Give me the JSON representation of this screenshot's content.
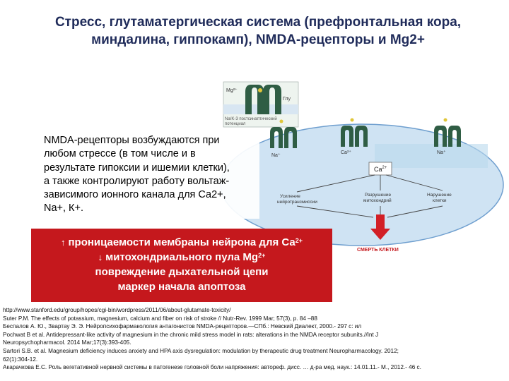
{
  "title": "Стресс, глутаматергическая система (префронтальная кора, миндалина, гиппокамп), NMDA-рецепторы и Mg2+",
  "diagram": {
    "inset_label_mg": "Mg²⁺",
    "inset_label_glu": "Глу",
    "inset_caption_line1": "Na/K-3 постсинаптический",
    "inset_caption_line2": "потенциал",
    "ion_label_1": "Na⁺",
    "ion_label_2": "Ca²⁺",
    "ion_label_3": "Na⁺",
    "center_ion": "Ca",
    "center_ion_sup": "2+",
    "left_outcome_line1": "Усиление",
    "left_outcome_line2": "нейротрансмиссии",
    "middle_outcome_line1": "Разрушение",
    "middle_outcome_line2": "митохондрий",
    "right_outcome_line1": "Нарушение",
    "right_outcome_line2": "клетки",
    "death_label": "СМЕРТЬ КЛЕТКИ"
  },
  "main_text": {
    "lines": [
      "NMDA-рецепторы возбуждаются при",
      "любом стрессе (в том числе и в",
      "результате гипоксии и ишемии клетки),",
      "а также контролируют работу вольтаж-",
      "зависимого ионного канала для Са2+,",
      "Na+, К+."
    ]
  },
  "red_box": {
    "up_arrow": "↑",
    "down_arrow": "↓",
    "line1_text": "проницаемости мембраны нейрона для Са",
    "line1_sup": "2+",
    "line2_text": "митохондриального пула Mg",
    "line2_sup": "2+",
    "line3": "повреждение дыхательной цепи",
    "line4": "маркер начала апоптоза",
    "bg_color": "#c5181d"
  },
  "references": [
    "http://www.stanford.edu/group/hopes/cgi-bin/wordpress/2011/06/about-glutamate-toxicity/",
    "Suter P.M. The effects of potassium, magnesium, calcium and fiber on risk of stroke // Nutr-Rev. 1999 Mar; 57(3), p. 84 –88",
    "Беспалов А. Ю., Звартау Э. Э. Нейропсихофармакология антагонистов NMDA-рецепторов.—СПб.: Невский Диалект, 2000.- 297 с: ил",
    "Pochwat B et al. Antidepressant-like activity of magnesium in the chronic mild stress model in rats: alterations in the NMDA receptor subunits.//Int J",
    "Neuropsychopharmacol. 2014 Mar;17(3):393-405.",
    "Sartori S.B. et al. Magnesium deficiency induces anxiety and HPA axis dysregulation: modulation by therapeutic drug treatment Neuropharmacology. 2012;",
    "62(1):304-12.",
    "Акарачкова Е.С. Роль вегетативной нервной системы в патогенезе головной боли напряжения: автореф. дисс. … д-ра мед. наук.: 14.01.11.- М., 2012.- 46 с."
  ],
  "colors": {
    "title": "#1f2b5a",
    "cell_fill": "#cfe3f3",
    "cell_border": "#6f9fcf",
    "receptor": "#2f5d44",
    "death_text": "#c5181d"
  }
}
